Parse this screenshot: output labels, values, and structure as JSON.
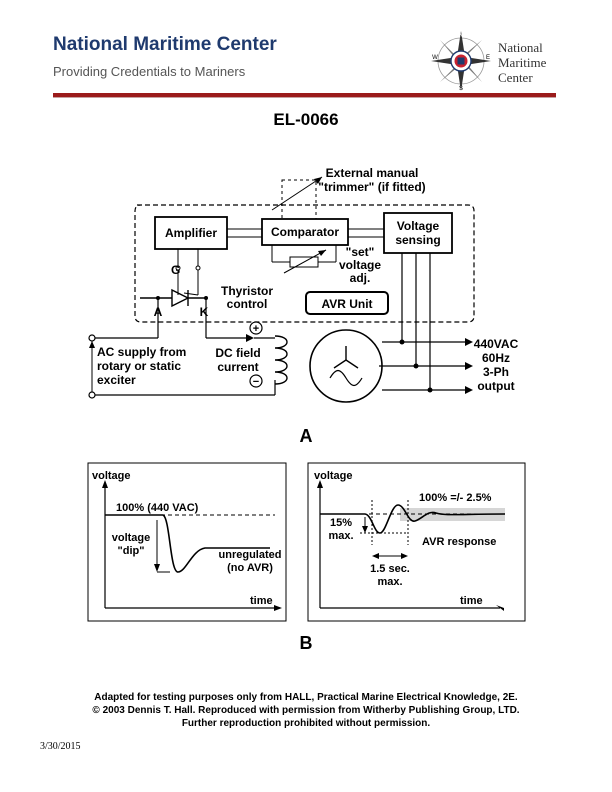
{
  "header": {
    "title": "National Maritime Center",
    "subtitle": "Providing Credentials to Mariners",
    "logo_lines": [
      "National",
      "Maritime",
      "Center"
    ],
    "compass": {
      "n": "N",
      "s": "S",
      "e": "E",
      "w": "W"
    }
  },
  "document_id": "EL-0066",
  "diagram_a": {
    "label": "A",
    "trimmer": [
      "External manual",
      "\"trimmer\" (if fitted)"
    ],
    "amplifier": "Amplifier",
    "comparator": "Comparator",
    "voltage_sensing": [
      "Voltage",
      "sensing"
    ],
    "set_adj": [
      "\"set\"",
      "voltage",
      "adj."
    ],
    "avr_unit": "AVR Unit",
    "gate": "G",
    "anode": "A",
    "cathode": "K",
    "thyristor": [
      "Thyristor",
      "control"
    ],
    "ac_supply": [
      "AC supply from",
      "rotary or static",
      "exciter"
    ],
    "dc_field": [
      "DC field",
      "current"
    ],
    "plus": "+",
    "minus": "−",
    "output": [
      "440VAC",
      "60Hz",
      "3-Ph",
      "output"
    ]
  },
  "diagram_b": {
    "label": "B",
    "left": {
      "ylabel": "voltage",
      "xlabel": "time",
      "nominal": "100% (440 VAC)",
      "dip": [
        "voltage",
        "\"dip\""
      ],
      "unregulated": [
        "unregulated",
        "(no AVR)"
      ]
    },
    "right": {
      "ylabel": "voltage",
      "xlabel": "time",
      "tolerance": "100% =/- 2.5%",
      "dip_max": [
        "15%",
        "max."
      ],
      "time_max": [
        "1.5 sec.",
        "max."
      ],
      "response": "AVR response"
    }
  },
  "footer": [
    "Adapted for testing purposes only from HALL, Practical Marine Electrical Knowledge, 2E.",
    "© 2003 Dennis T. Hall. Reproduced with permission from Witherby Publishing Group, LTD.",
    "Further reproduction prohibited without permission."
  ],
  "date": "3/30/2015"
}
